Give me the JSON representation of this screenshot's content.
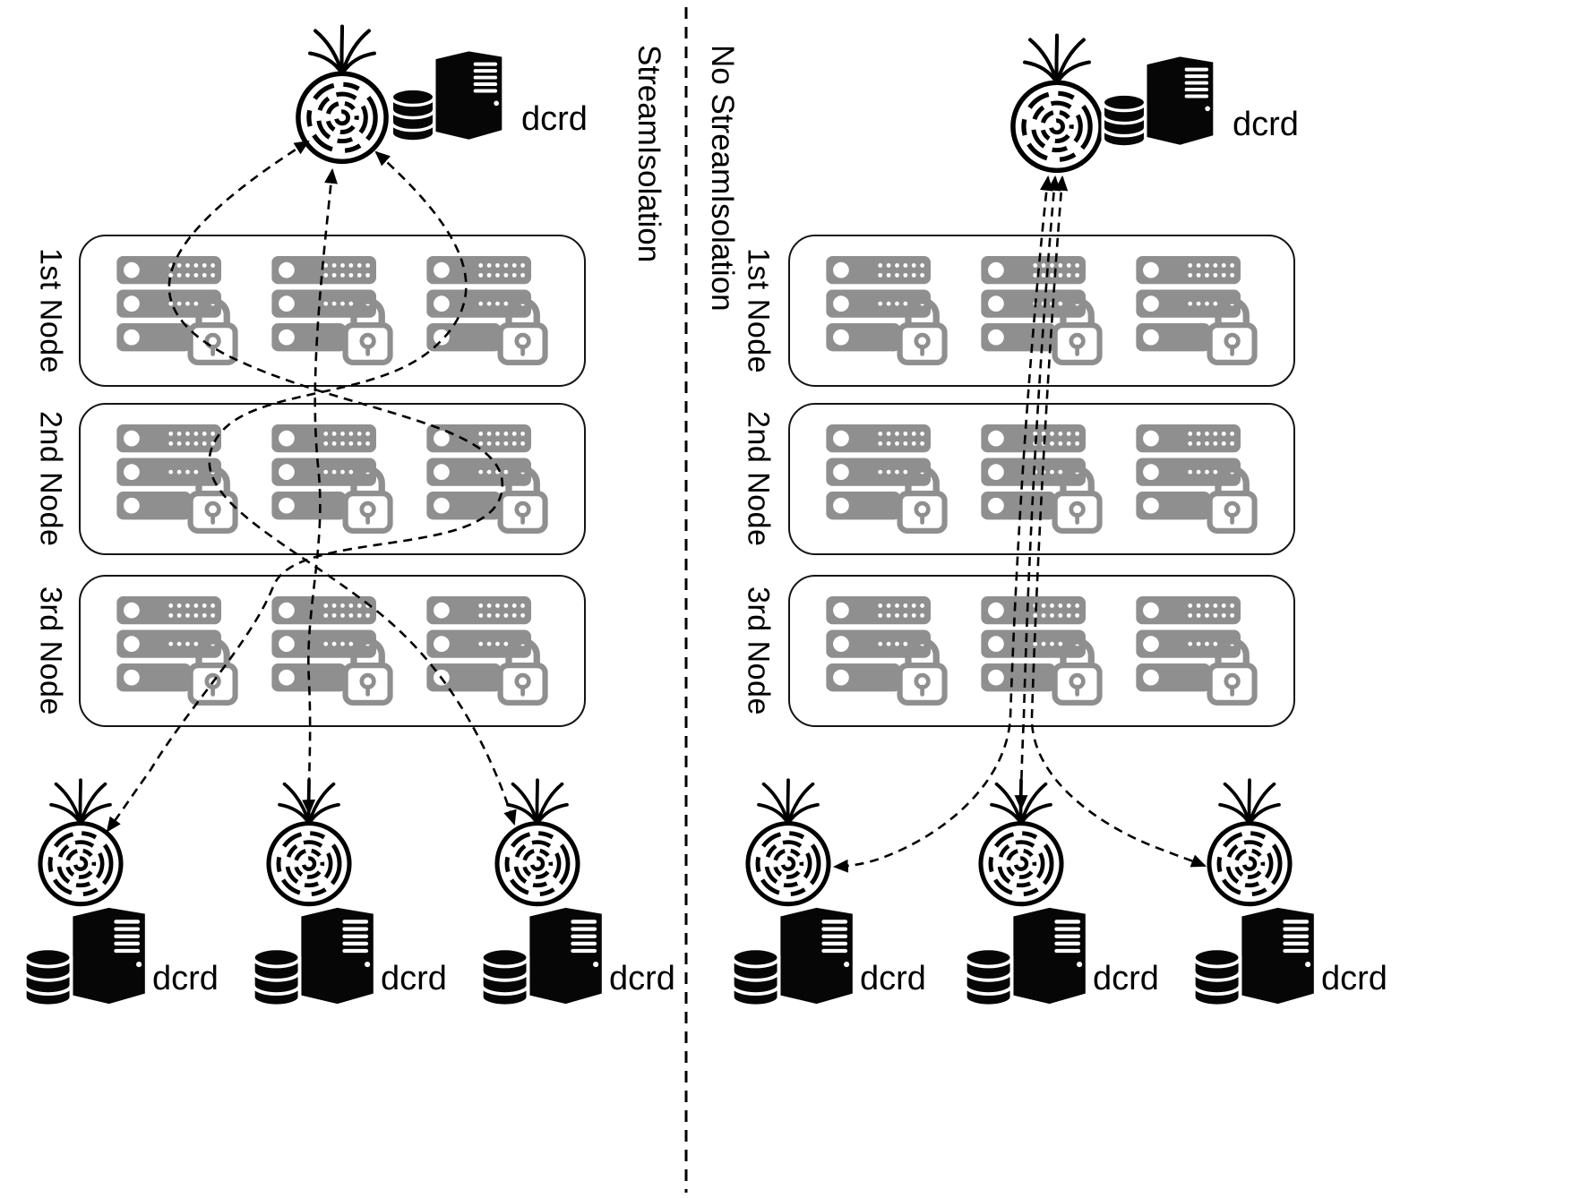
{
  "sections": {
    "left": {
      "label": "StreamIsolation",
      "top_server_label": "dcrd",
      "nodes": [
        "1st Node",
        "2nd Node",
        "3rd Node"
      ],
      "bottom_servers": [
        "dcrd",
        "dcrd",
        "dcrd"
      ]
    },
    "right": {
      "label": "No StreamIsolation",
      "top_server_label": "dcrd",
      "nodes": [
        "1st Node",
        "2nd Node",
        "3rd Node"
      ],
      "bottom_servers": [
        "dcrd",
        "dcrd",
        "dcrd"
      ]
    }
  },
  "icons": {
    "onion": "tor-onion-icon",
    "rack": "server-rack-icon",
    "lock": "padlock-icon",
    "tower": "server-tower-icon",
    "database": "database-cylinder-icon"
  },
  "colors": {
    "server_gray": "#8f8f8f",
    "ink": "#000000",
    "background": "#ffffff"
  }
}
